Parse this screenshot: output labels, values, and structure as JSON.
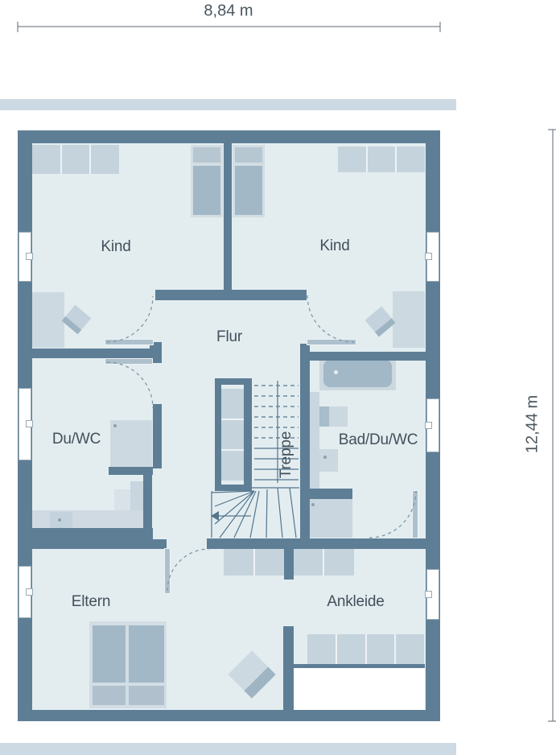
{
  "dimensions": {
    "width_label": "8,84 m",
    "height_label": "12,44 m"
  },
  "rooms": {
    "kind_left": {
      "label": "Kind"
    },
    "kind_right": {
      "label": "Kind"
    },
    "flur": {
      "label": "Flur"
    },
    "du_wc": {
      "label": "Du/WC"
    },
    "bad_du_wc": {
      "label": "Bad/Du/WC"
    },
    "treppe": {
      "label": "Treppe"
    },
    "eltern": {
      "label": "Eltern"
    },
    "ankleide": {
      "label": "Ankleide"
    }
  },
  "colors": {
    "wall": "#5e7e96",
    "floor": "#e3edf0",
    "furn": "#ccd9e1",
    "furn2": "#c5d3dc",
    "dark": "#a2b8c6",
    "mid": "#b6c7d2",
    "bar": "#cdd9e3",
    "text": "#42505a",
    "dash": "#7e97a8",
    "line": "#53758d"
  }
}
